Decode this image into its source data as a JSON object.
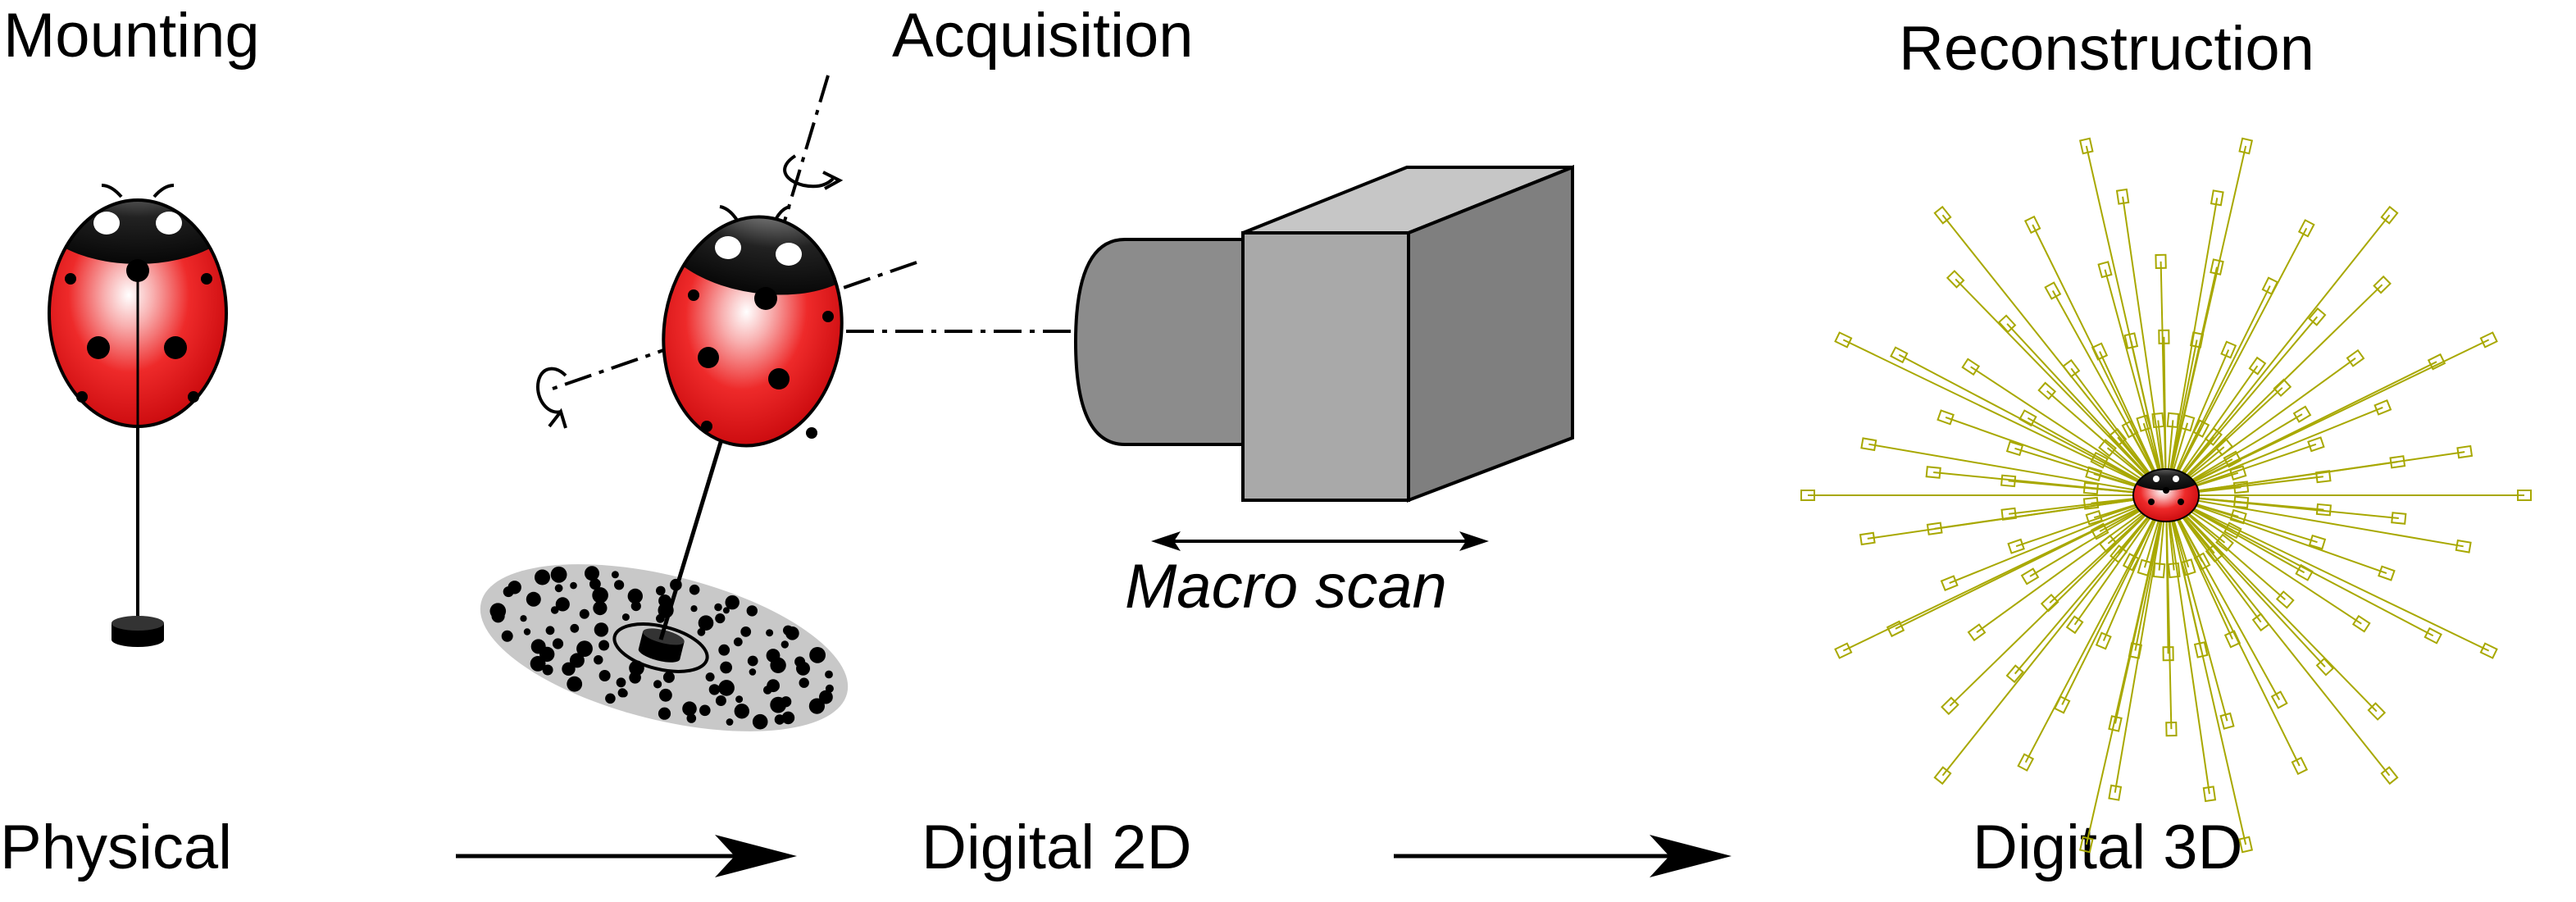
{
  "titles": {
    "mounting": "Mounting",
    "acquisition": "Acquisition",
    "reconstruction": "Reconstruction"
  },
  "stages": {
    "physical": "Physical",
    "digital_2d": "Digital 2D",
    "digital_3d": "Digital 3D"
  },
  "camera": {
    "scan_label": "Macro scan"
  },
  "colors": {
    "ladybug_red": "#e8141a",
    "ladybug_head": "#222222",
    "camera_front": "#a9a9a9",
    "camera_side": "#7f7f7f",
    "camera_top": "#c6c6c6",
    "lens": "#8c8c8c",
    "target_plate": "#c8c8c8",
    "camera_rays": "#a8a800"
  }
}
